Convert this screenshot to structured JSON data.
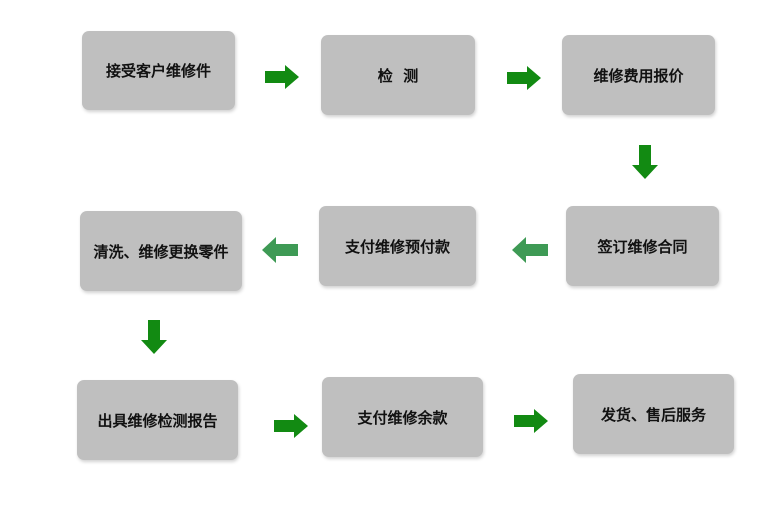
{
  "flow": {
    "steps": [
      "接受客户维修件",
      "检  测",
      "维修费用报价",
      "签订维修合同",
      "支付维修预付款",
      "清洗、维修更换零件",
      "出具维修检测报告",
      "支付维修余款",
      "发货、售后服务"
    ]
  },
  "colors": {
    "box_fill": "#bfbfbf",
    "arrow_dark": "#128a12",
    "arrow_light": "#3e9a55"
  }
}
